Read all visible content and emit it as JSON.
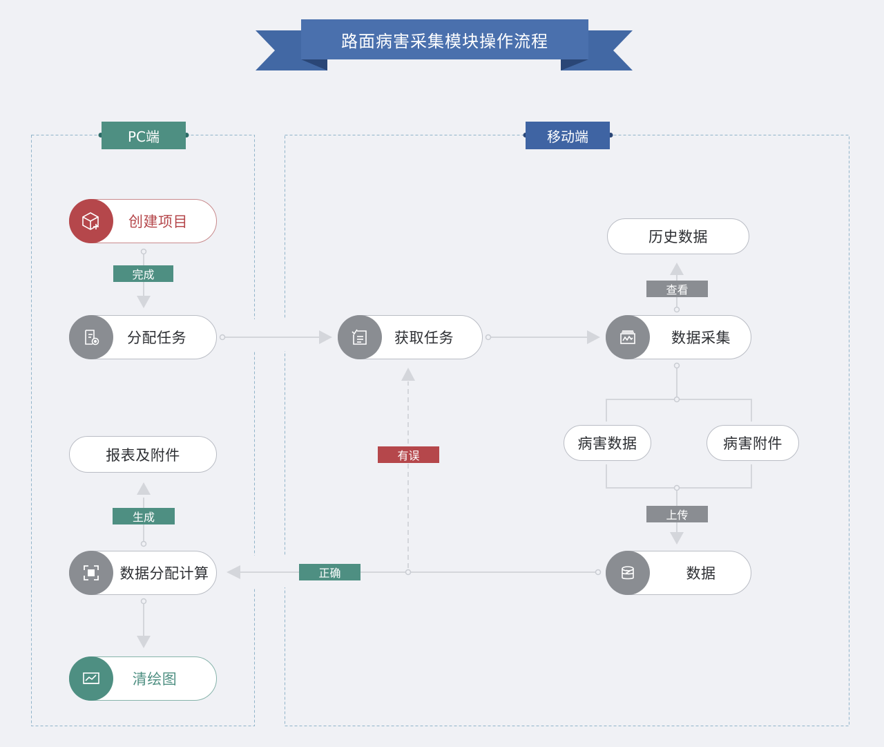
{
  "title": "路面病害采集模块操作流程",
  "sections": {
    "pc": "PC端",
    "mobile": "移动端"
  },
  "nodes": {
    "create_project": "创建项目",
    "assign_task": "分配任务",
    "report": "报表及附件",
    "data_compute": "数据分配计算",
    "clean_map": "清绘图",
    "get_task": "获取任务",
    "history": "历史数据",
    "collect": "数据采集",
    "disease_data": "病害数据",
    "disease_attach": "病害附件",
    "data": "数据"
  },
  "edge_labels": {
    "done": "完成",
    "generate": "生成",
    "correct": "正确",
    "error": "有误",
    "view": "查看",
    "upload": "上传"
  },
  "icons": {
    "create_project": "cube-plus-icon",
    "assign_task": "document-gear-icon",
    "data_compute": "scan-frame-icon",
    "clean_map": "chart-board-icon",
    "get_task": "checklist-icon",
    "collect": "monitor-wave-icon",
    "data": "database-icon"
  },
  "colors": {
    "ribbon": "#4268a4",
    "ribbon_dark": "#2a4676",
    "pc_tag": "#4e8f82",
    "mobile_tag": "#3f64a3",
    "create": "#b5474b",
    "teal": "#4e8f82",
    "gray": "#8a8d92",
    "error": "#b5474b"
  }
}
